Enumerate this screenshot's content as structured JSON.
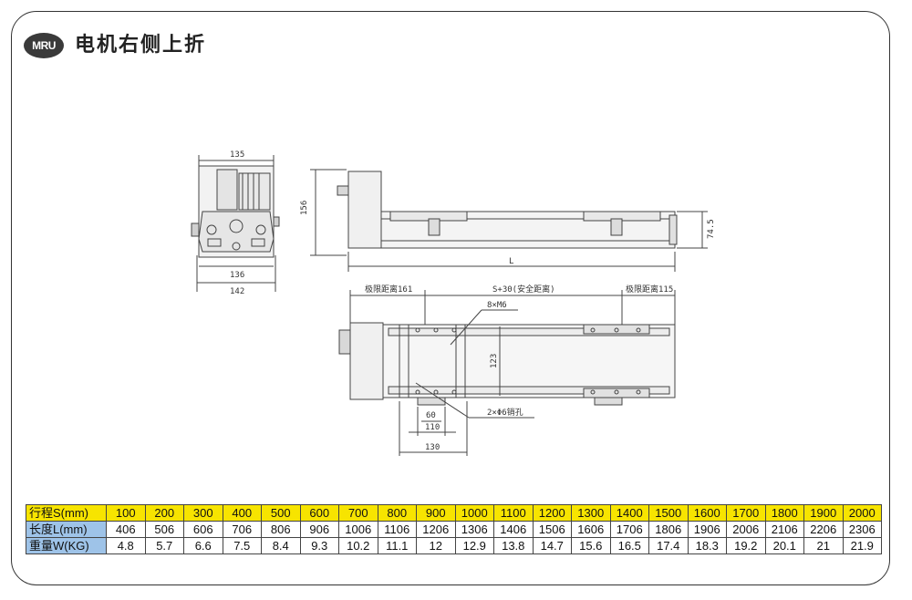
{
  "header": {
    "logo_text": "MRU",
    "title": "电机右侧上折"
  },
  "dims": {
    "side_top": "135",
    "side_height": "156",
    "side_bottom_inner": "136",
    "side_bottom_outer": "142",
    "front_height": "74.5",
    "front_length": "L",
    "limit_left": "极限距离161",
    "stroke_formula": "S+30(安全距离)",
    "limit_right": "极限距离115",
    "screw_label": "8×M6",
    "width_123": "123",
    "hole_label": "2×Φ6销孔",
    "dim_60": "60",
    "dim_110": "110",
    "dim_130": "130"
  },
  "table": {
    "stroke_label": "行程S(mm)",
    "length_label": "长度L(mm)",
    "weight_label": "重量W(KG)",
    "stroke": [
      "100",
      "200",
      "300",
      "400",
      "500",
      "600",
      "700",
      "800",
      "900",
      "1000",
      "1100",
      "1200",
      "1300",
      "1400",
      "1500",
      "1600",
      "1700",
      "1800",
      "1900",
      "2000"
    ],
    "length": [
      "406",
      "506",
      "606",
      "706",
      "806",
      "906",
      "1006",
      "1106",
      "1206",
      "1306",
      "1406",
      "1506",
      "1606",
      "1706",
      "1806",
      "1906",
      "2006",
      "2106",
      "2206",
      "2306"
    ],
    "weight": [
      "4.8",
      "5.7",
      "6.6",
      "7.5",
      "8.4",
      "9.3",
      "10.2",
      "11.1",
      "12",
      "12.9",
      "13.8",
      "14.7",
      "15.6",
      "16.5",
      "17.4",
      "18.3",
      "19.2",
      "20.1",
      "21",
      "21.9"
    ]
  }
}
